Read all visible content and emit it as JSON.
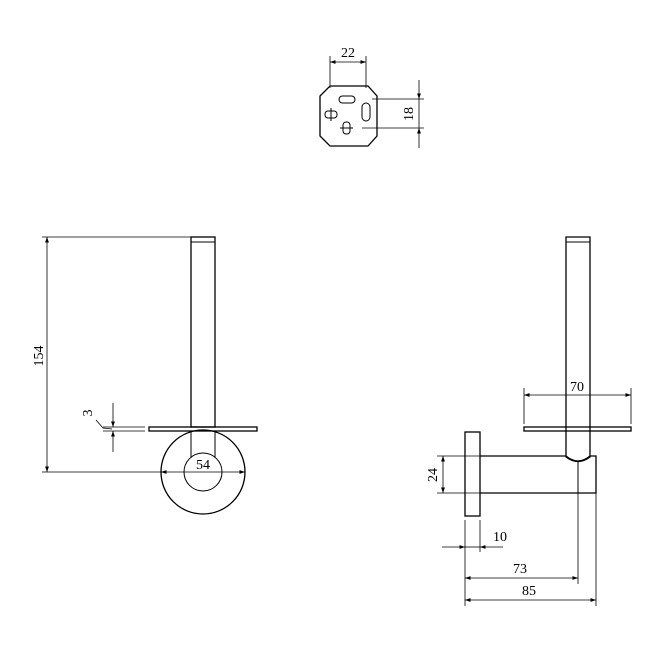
{
  "dimensions": {
    "top_width": "22",
    "top_height": "18",
    "total_height": "154",
    "plate_thickness": "3",
    "rosette_diameter": "54",
    "plate_width": "70",
    "rosette_height": "24",
    "rosette_depth": "10",
    "arm_reach": "73",
    "total_depth": "85"
  }
}
